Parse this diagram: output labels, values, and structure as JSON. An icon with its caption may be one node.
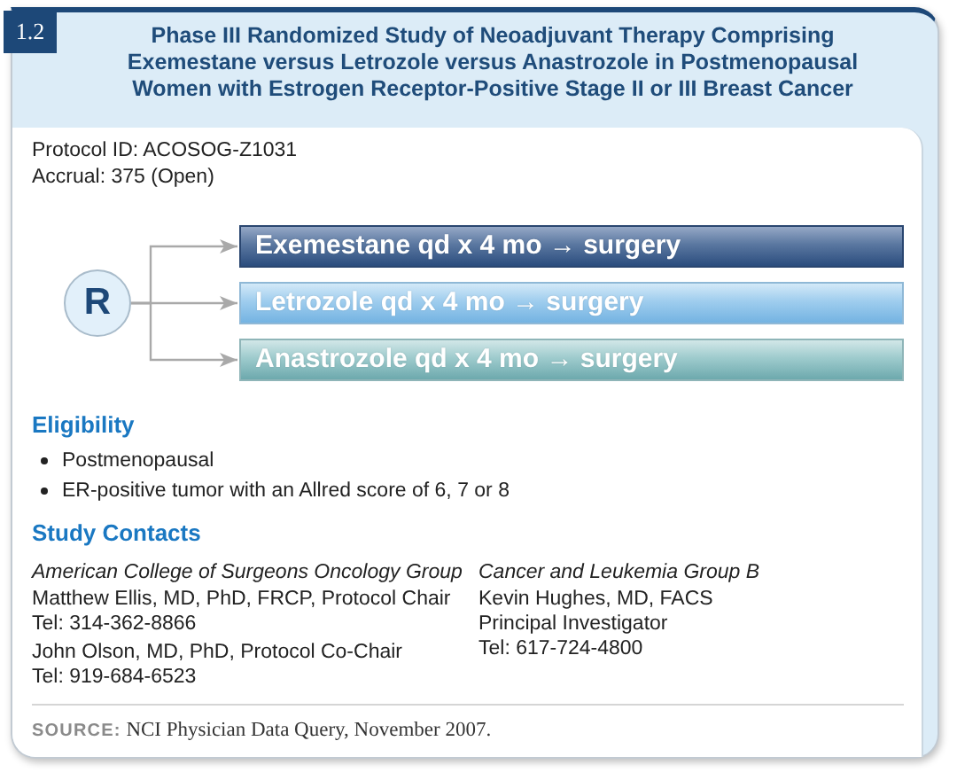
{
  "diagram": {
    "title": "Phase III Randomized Study of Neoadjuvant Therapy Comprising Exemestane versus Letrozole versus Anastrozole in Postmenopausal Women with Estrogen Receptor-Positive Stage II or III Breast Cancer",
    "nodes": [
      {
        "text": [
          "R"
        ]
      },
      {
        "text": [
          "Exemestane qd x 4 mo → surgery"
        ]
      },
      {
        "text": [
          "Letrozole qd x 4 mo → surgery"
        ]
      },
      {
        "text": [
          "Anastrozole qd x 4 mo → surgery"
        ]
      }
    ],
    "edges": [
      {
        "from": 0,
        "to": 1,
        "arrow": "to"
      },
      {
        "from": 0,
        "to": 2,
        "arrow": "to"
      },
      {
        "from": 0,
        "to": 3,
        "arrow": "to"
      }
    ],
    "labels": [
      "1.2",
      "Protocol ID: ACOSOG-Z1031",
      "Accrual: 375 (Open)",
      "Eligibility",
      "Postmenopausal",
      "ER-positive tumor with an Allred score of 6, 7 or 8",
      "Study Contacts",
      "American College of Surgeons Oncology Group",
      "Matthew Ellis, MD, PhD, FRCP, Protocol Chair",
      "Tel: 314-362-8866",
      "John Olson, MD, PhD, Protocol Co-Chair",
      "Tel: 919-684-6523",
      "Cancer and Leukemia Group B",
      "Kevin Hughes, MD, FACS",
      "Principal Investigator",
      "Tel: 617-724-4800",
      "**SOURCE:** NCI Physician Data Query, November 2007."
    ]
  }
}
